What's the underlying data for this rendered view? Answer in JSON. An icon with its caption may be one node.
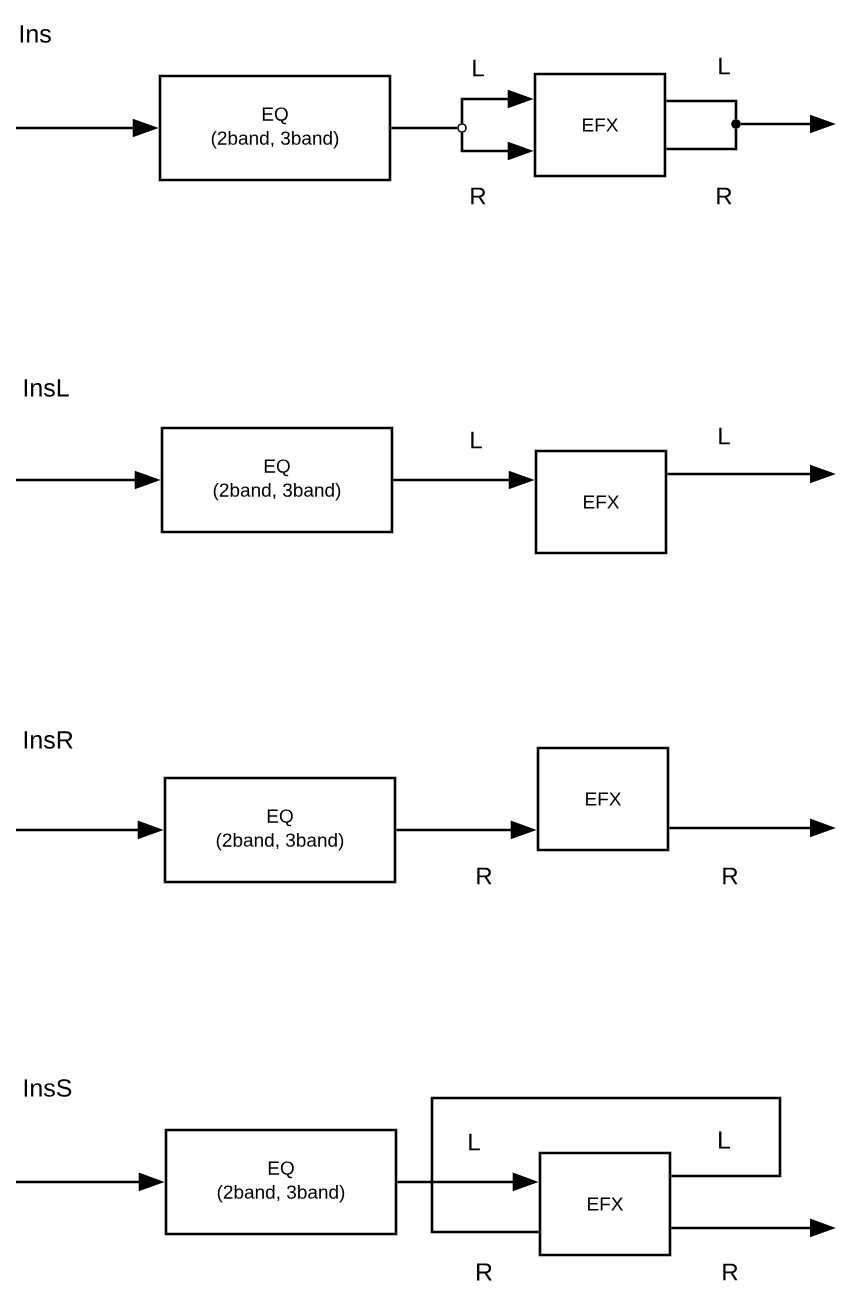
{
  "diagram": {
    "nodes": [
      {
        "text": [
          "EQ",
          "(2band, 3band)"
        ]
      },
      {
        "text": [],
        "shape": "circle"
      },
      {
        "text": [
          "EFX"
        ]
      },
      {
        "text": [],
        "shape": "circle"
      },
      {
        "text": [
          "EQ",
          "(2band, 3band)"
        ]
      },
      {
        "text": [
          "EFX"
        ]
      },
      {
        "text": [
          "EQ",
          "(2band, 3band)"
        ]
      },
      {
        "text": [
          "EFX"
        ]
      },
      {
        "text": [
          "EQ",
          "(2band, 3band)"
        ]
      },
      {
        "text": [
          "EFX"
        ]
      }
    ],
    "edges": [
      {
        "from": null,
        "to": 0,
        "arrow": "to"
      },
      {
        "from": 0,
        "to": 1,
        "arrow": "none"
      },
      {
        "from": 1,
        "to": 2,
        "arrow": "to",
        "label": "L"
      },
      {
        "from": 1,
        "to": 2,
        "arrow": "to",
        "label": "R"
      },
      {
        "from": 2,
        "to": 3,
        "arrow": "none",
        "label": "L"
      },
      {
        "from": 2,
        "to": 3,
        "arrow": "none",
        "label": "R"
      },
      {
        "from": 3,
        "to": null,
        "arrow": "to"
      },
      {
        "from": null,
        "to": 4,
        "arrow": "to"
      },
      {
        "from": 4,
        "to": 5,
        "arrow": "to",
        "label": "L"
      },
      {
        "from": 5,
        "to": null,
        "arrow": "to",
        "label": "L"
      },
      {
        "from": null,
        "to": 6,
        "arrow": "to"
      },
      {
        "from": 6,
        "to": 7,
        "arrow": "to",
        "label": "R"
      },
      {
        "from": 7,
        "to": null,
        "arrow": "to",
        "label": "R"
      },
      {
        "from": null,
        "to": 8,
        "arrow": "to"
      },
      {
        "from": 8,
        "to": 9,
        "arrow": "to",
        "label": "L"
      },
      {
        "from": 9,
        "to": 9,
        "arrow": "none"
      },
      {
        "from": 9,
        "to": null,
        "arrow": "to",
        "label": "R"
      }
    ],
    "labels": [
      "Ins",
      "InsL",
      "InsR",
      "InsS",
      "L",
      "R"
    ]
  }
}
